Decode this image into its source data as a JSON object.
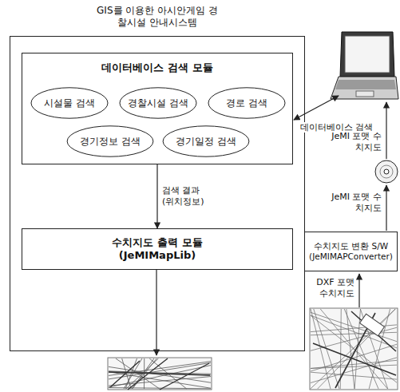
{
  "diagram": {
    "nodes": [
      {
        "text": [
          "GIS를 이용한 아시안게임 경찰시설 안내시스템"
        ]
      },
      {
        "text": [
          "데이터베이스 검색 모듈"
        ],
        "in": 0
      },
      {
        "text": [
          "시설물 검색"
        ],
        "in": 1
      },
      {
        "text": [
          "경찰시설 검색"
        ],
        "in": 1
      },
      {
        "text": [
          "경로 검색"
        ],
        "in": 1
      },
      {
        "text": [
          "경기정보 검색"
        ],
        "in": 1
      },
      {
        "text": [
          "경기일정 검색"
        ],
        "in": 1
      },
      {
        "text": [
          "수치지도 출력 모듈 (JeMIMapLib)"
        ],
        "in": 0
      },
      {
        "text": [
          "수치지도 변환 S/W (JeMIMAPConverter)"
        ]
      }
    ],
    "edges": [
      {
        "from": 1,
        "to": 7,
        "arrow": "to",
        "label": "검색 결과 (위치정보)"
      }
    ],
    "labels": [
      "데이터베이스 검색",
      "JeMI 포맷 수치지도",
      "JeMI 포맷 수치지도",
      "DXF 포맷 수치지도"
    ]
  }
}
